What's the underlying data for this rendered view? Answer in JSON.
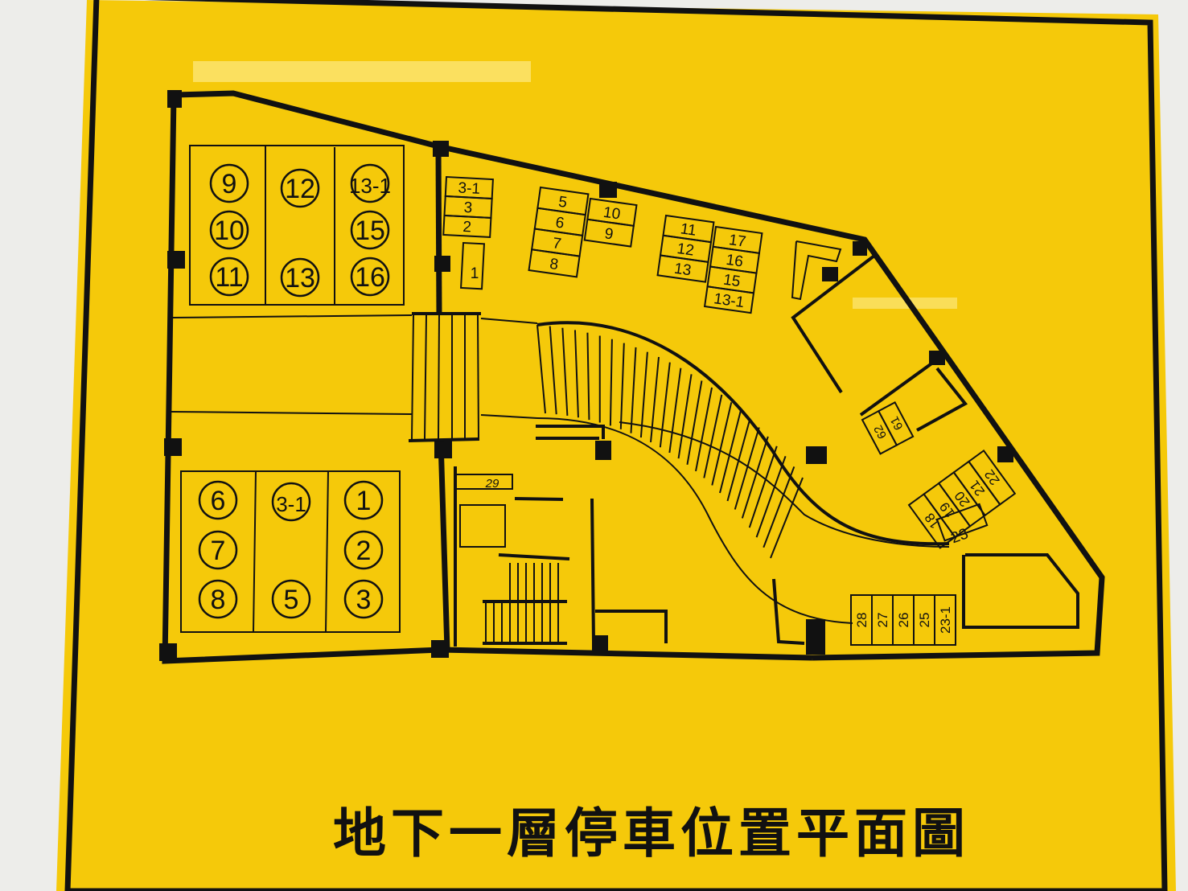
{
  "title": "地下一層停車位置平面圖",
  "colors": {
    "board": "#f5c90a",
    "ink": "#111111"
  },
  "map": {
    "north_west_block": {
      "columns": [
        [
          "9",
          "10",
          "11"
        ],
        [
          "12",
          "13"
        ],
        [
          "13-1",
          "15",
          "16"
        ]
      ]
    },
    "south_west_block": {
      "columns": [
        [
          "6",
          "7",
          "8"
        ],
        [
          "3-1",
          "5"
        ],
        [
          "1",
          "2",
          "3"
        ]
      ]
    },
    "stalls": {
      "small_stack": [
        "3-1",
        "3",
        "2"
      ],
      "single": "1",
      "group_a_left": [
        "5",
        "6",
        "7",
        "8"
      ],
      "group_a_right": [
        "10",
        "9"
      ],
      "group_b_left": [
        "11",
        "12",
        "13"
      ],
      "group_b_right": [
        "17",
        "16",
        "15",
        "13-1"
      ],
      "ramp_pair": [
        "62",
        "61"
      ],
      "diagonal": [
        "18",
        "19",
        "20",
        "21",
        "22"
      ],
      "diag_single": "23",
      "bottom_row": [
        "28",
        "27",
        "26",
        "25",
        "23-1"
      ],
      "handwritten": "29"
    }
  }
}
